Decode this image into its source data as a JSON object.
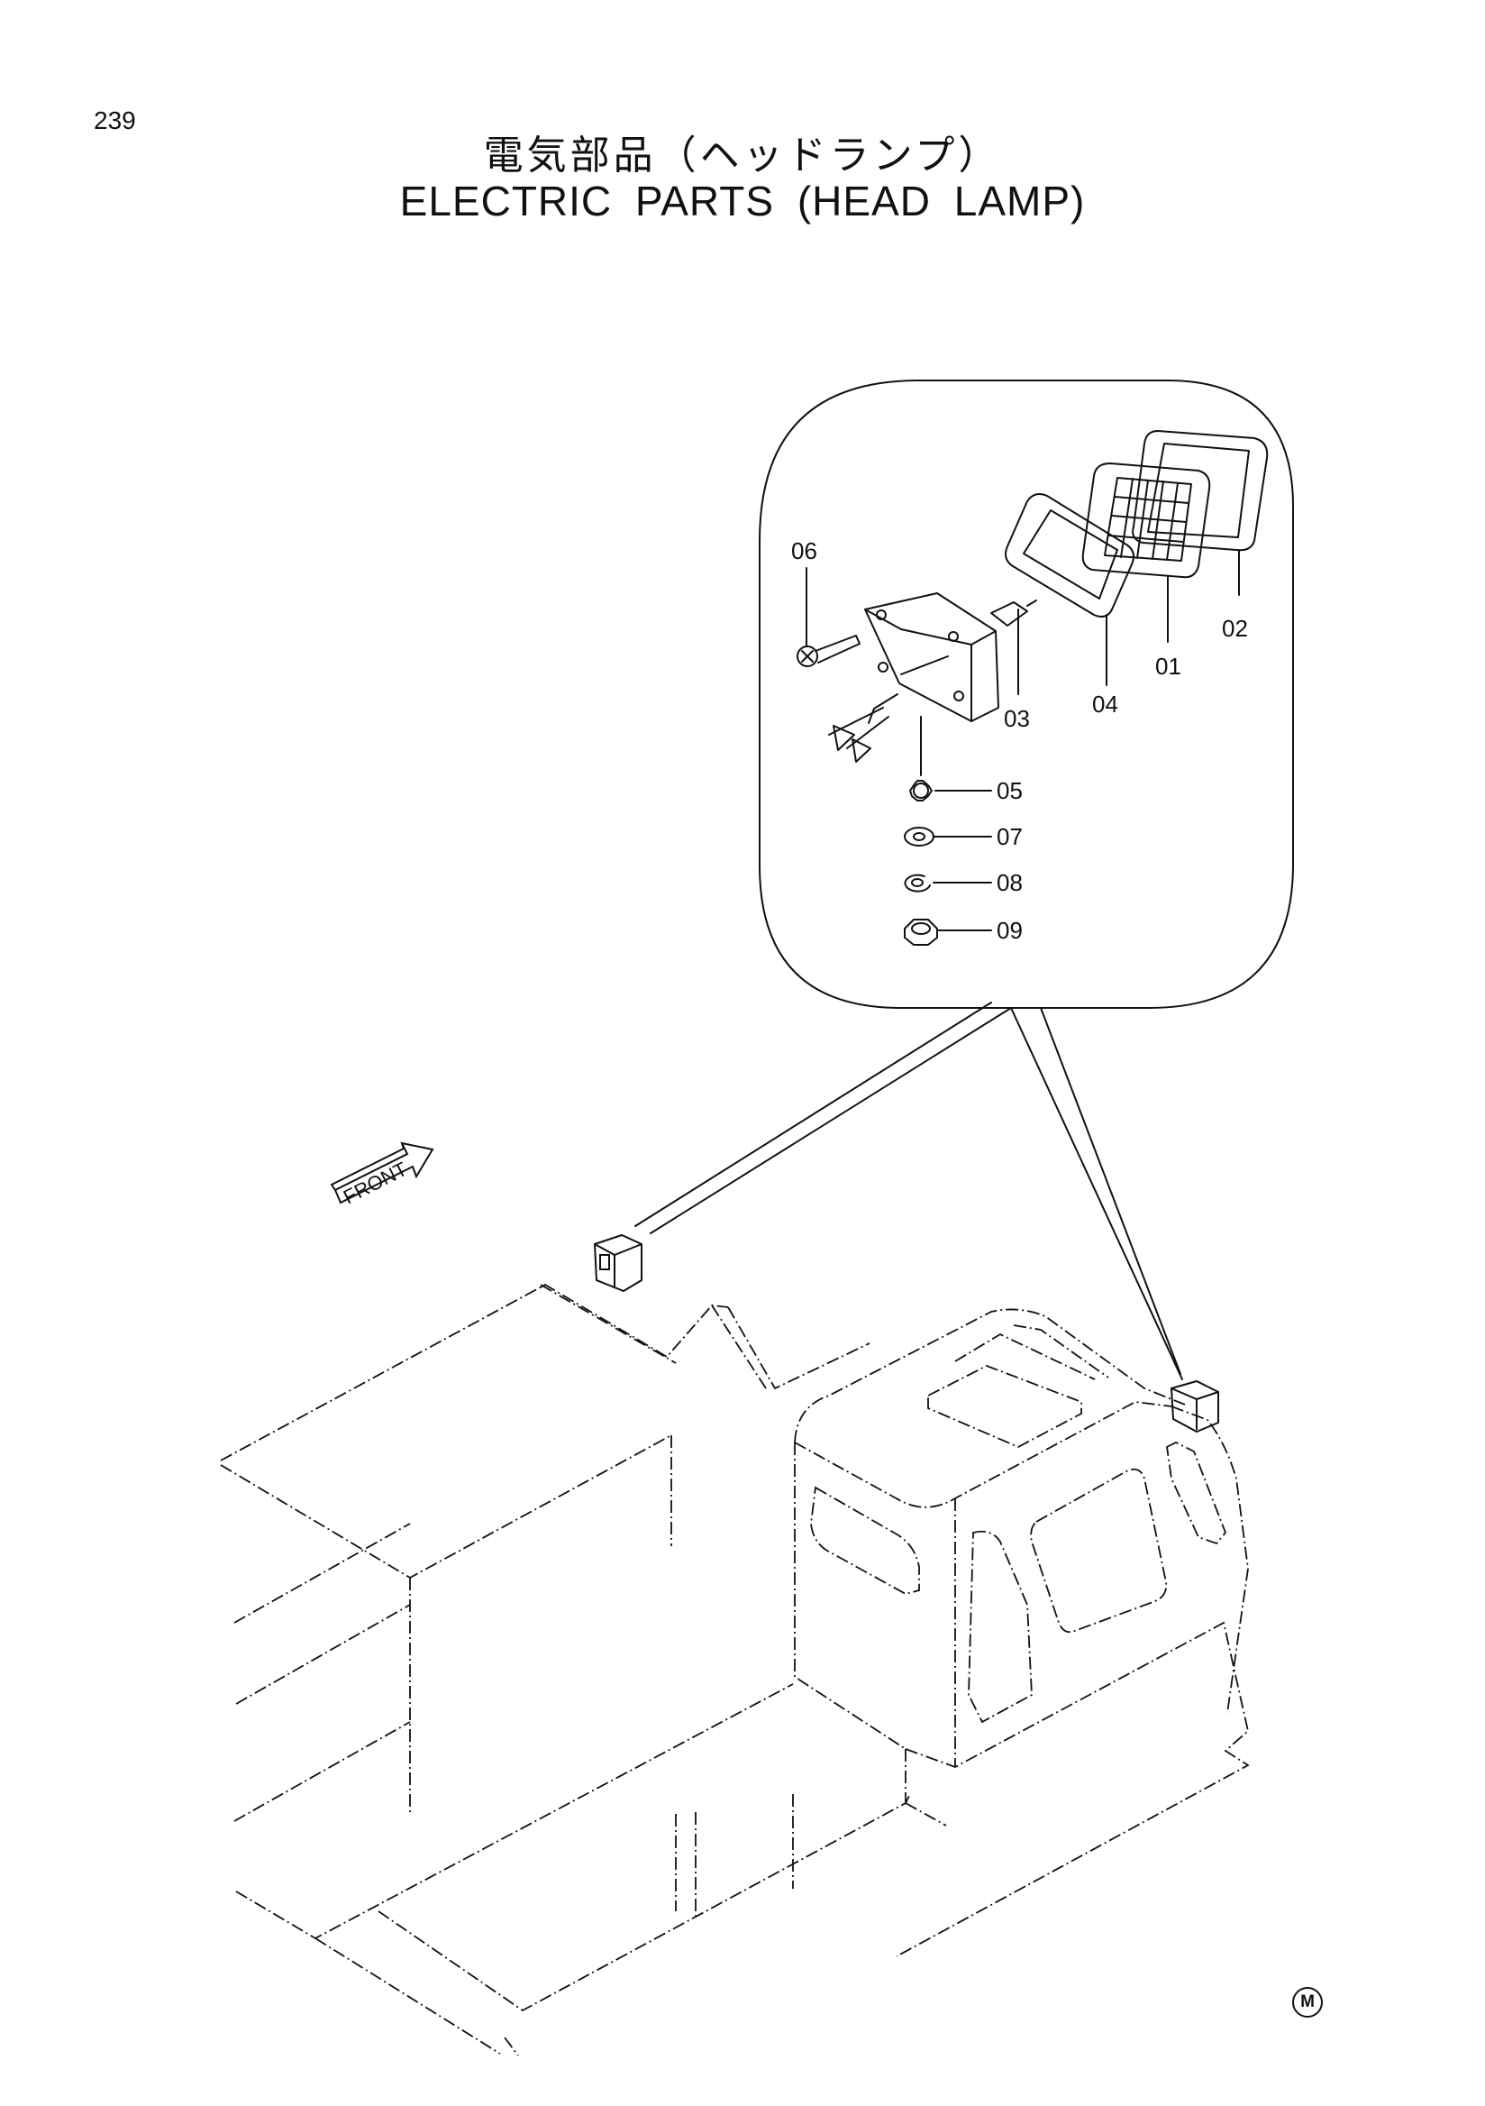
{
  "page": {
    "number": "239",
    "title_ja": "電気部品（ヘッドランプ）",
    "title_en": "ELECTRIC PARTS (HEAD LAMP)",
    "mark": "M"
  },
  "direction_label": "FRONT",
  "callouts": [
    {
      "id": "06",
      "label": "06"
    },
    {
      "id": "02",
      "label": "02"
    },
    {
      "id": "01",
      "label": "01"
    },
    {
      "id": "04",
      "label": "04"
    },
    {
      "id": "03",
      "label": "03"
    },
    {
      "id": "05",
      "label": "05"
    },
    {
      "id": "07",
      "label": "07"
    },
    {
      "id": "08",
      "label": "08"
    },
    {
      "id": "09",
      "label": "09"
    }
  ]
}
